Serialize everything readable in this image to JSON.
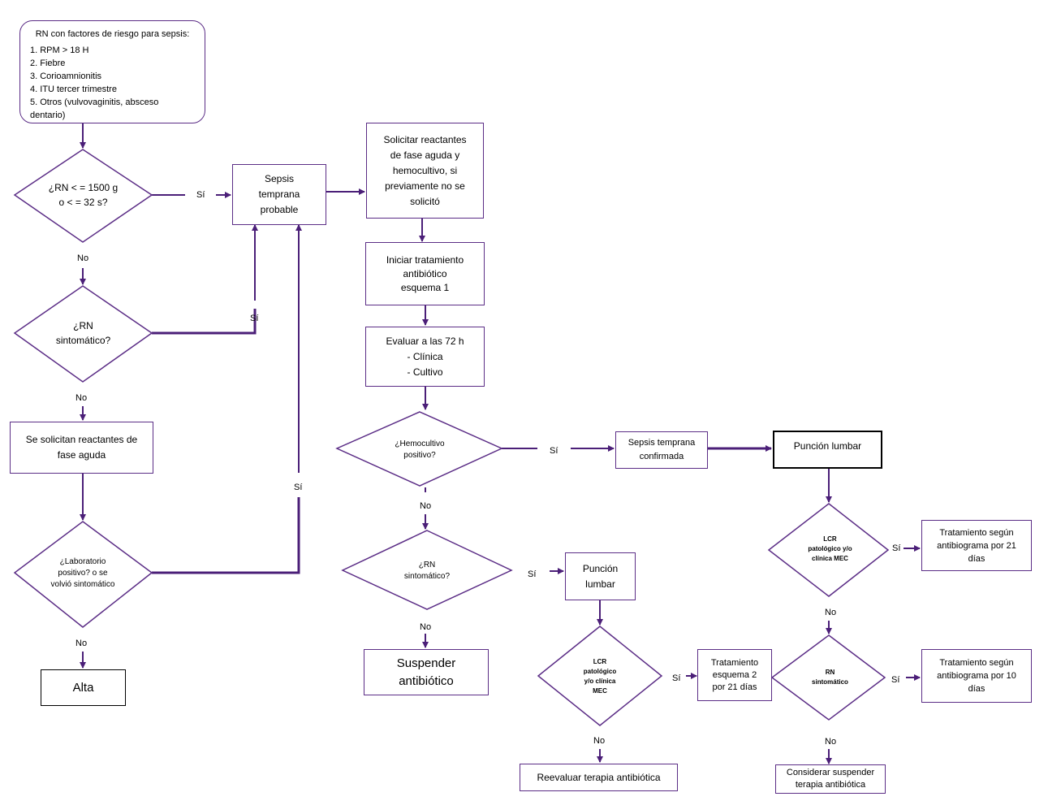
{
  "start": {
    "title": "RN con factores de riesgo para sepsis:",
    "items": [
      "1. RPM > 18 H",
      "2. Fiebre",
      "3. Corioamnionitis",
      "4. ITU tercer trimestre",
      "5. Otros (vulvovaginitis, absceso dentario)"
    ]
  },
  "d_weight": {
    "line1": "¿RN < = 1500 g",
    "line2": "o < = 32 s?"
  },
  "d_symptomatic1": {
    "line1": "¿RN",
    "line2": "sintomático?"
  },
  "box_reactants": {
    "line1": "Se solicitan reactantes de",
    "line2": "fase aguda"
  },
  "d_lab": {
    "line1": "¿Laboratorio",
    "line2": "positivo? o se",
    "line3": "volvió sintomático"
  },
  "box_alta": "Alta",
  "box_sepsis_probable": {
    "line1": "Sepsis",
    "line2": "temprana",
    "line3": "probable"
  },
  "box_request": {
    "line1": "Solicitar reactantes",
    "line2": "de fase aguda y",
    "line3": "hemocultivo, si",
    "line4": "previamente no se",
    "line5": "solicitó"
  },
  "box_treatment1": {
    "line1": "Iniciar tratamiento",
    "line2": "antibiótico",
    "line3": "esquema 1"
  },
  "box_eval": {
    "line1": "Evaluar a las 72 h",
    "line2": "-  Clínica",
    "line3": "- Cultivo"
  },
  "d_hemo": {
    "line1": "¿Hemocultivo",
    "line2": "positivo?"
  },
  "box_confirmed": {
    "line1": "Sepsis temprana",
    "line2": "confirmada"
  },
  "box_lumbar1": "Punción lumbar",
  "d_lcr1": {
    "line1": "LCR",
    "line2": "patológico y/o",
    "line3": "clínica MEC"
  },
  "box_abx21": {
    "line1": "Tratamiento según",
    "line2": "antibiograma por 21",
    "line3": "días"
  },
  "d_symptomatic3": {
    "line1": "RN",
    "line2": "sintomático"
  },
  "box_abx10": {
    "line1": "Tratamiento según",
    "line2": "antibiograma por 10",
    "line3": "días"
  },
  "box_consider": {
    "line1": "Considerar suspender",
    "line2": "terapia antibiótica"
  },
  "d_symptomatic2": {
    "line1": "¿RN",
    "line2": "sintomático?"
  },
  "box_suspend": {
    "line1": "Suspender",
    "line2": "antibiótico"
  },
  "box_lumbar2": {
    "line1": "Punción",
    "line2": "lumbar"
  },
  "d_lcr2": {
    "line1": "LCR",
    "line2": "patológico",
    "line3": "y/o clínica",
    "line4": "MEC"
  },
  "box_scheme2": {
    "line1": "Tratamiento",
    "line2": "esquema 2",
    "line3": "por 21 días"
  },
  "box_reevaluate": "Reevaluar terapia antibiótica",
  "labels": {
    "yes": "Sí",
    "no": "No"
  },
  "colors": {
    "line": "#4b1f78",
    "box_border": "#5b2d86"
  }
}
